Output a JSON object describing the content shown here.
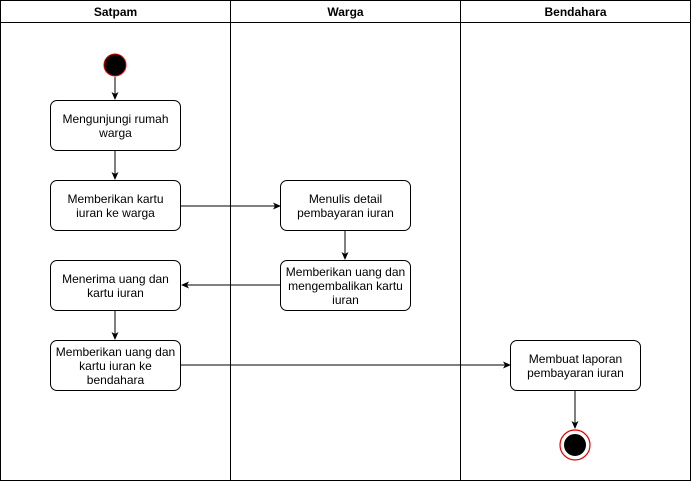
{
  "lanes": [
    {
      "label": "Satpam"
    },
    {
      "label": "Warga"
    },
    {
      "label": "Bendahara"
    }
  ],
  "activities": {
    "mengunjungi": "Mengunjungi rumah warga",
    "memberikan_kartu": "Memberikan kartu iuran ke warga",
    "menulis_detail": "Menulis detail pembayaran iuran",
    "memberikan_uang_kembali": "Memberikan uang dan mengembalikan kartu iuran",
    "menerima_uang": "Menerima uang dan kartu iuran",
    "memberikan_bendahara": "Memberikan uang dan kartu iuran ke bendahara",
    "membuat_laporan": "Membuat laporan pembayaran iuran"
  },
  "colors": {
    "stroke": "#000000",
    "node_ring": "#e00000",
    "node_fill": "#000000"
  }
}
